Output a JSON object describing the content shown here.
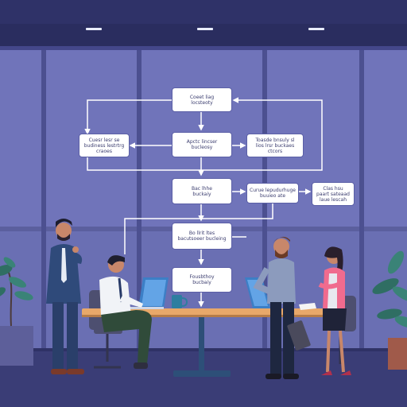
{
  "flowchart": {
    "top": "Coeet liag\nlocsteoty",
    "mid_left": "Cuesr lesr se\nbudiness lestrtrg\ncraoes",
    "mid_center": "Apctc lincser\nbucleosy",
    "mid_right": "Toasde bnsuly sl\nlios lrsr buckaes\nctcors",
    "row3_center": "Bac lhhe\nbuckaiy",
    "row3_right": "Curue lepudurhuge\nbuuieo ate",
    "far_right": "Clas hsu\npaart sateaad\nlaue lescah",
    "row4_center": "Bo llrit ltes\nbacutsoeer bucleing",
    "bottom": "Fousbthoy\nbucbaiy"
  },
  "colors": {
    "wall": "#3b3f78",
    "window": "#6d72b8",
    "box_border": "#5b5fa6",
    "arrow": "#ffffff",
    "desk": "#e8a86a"
  }
}
